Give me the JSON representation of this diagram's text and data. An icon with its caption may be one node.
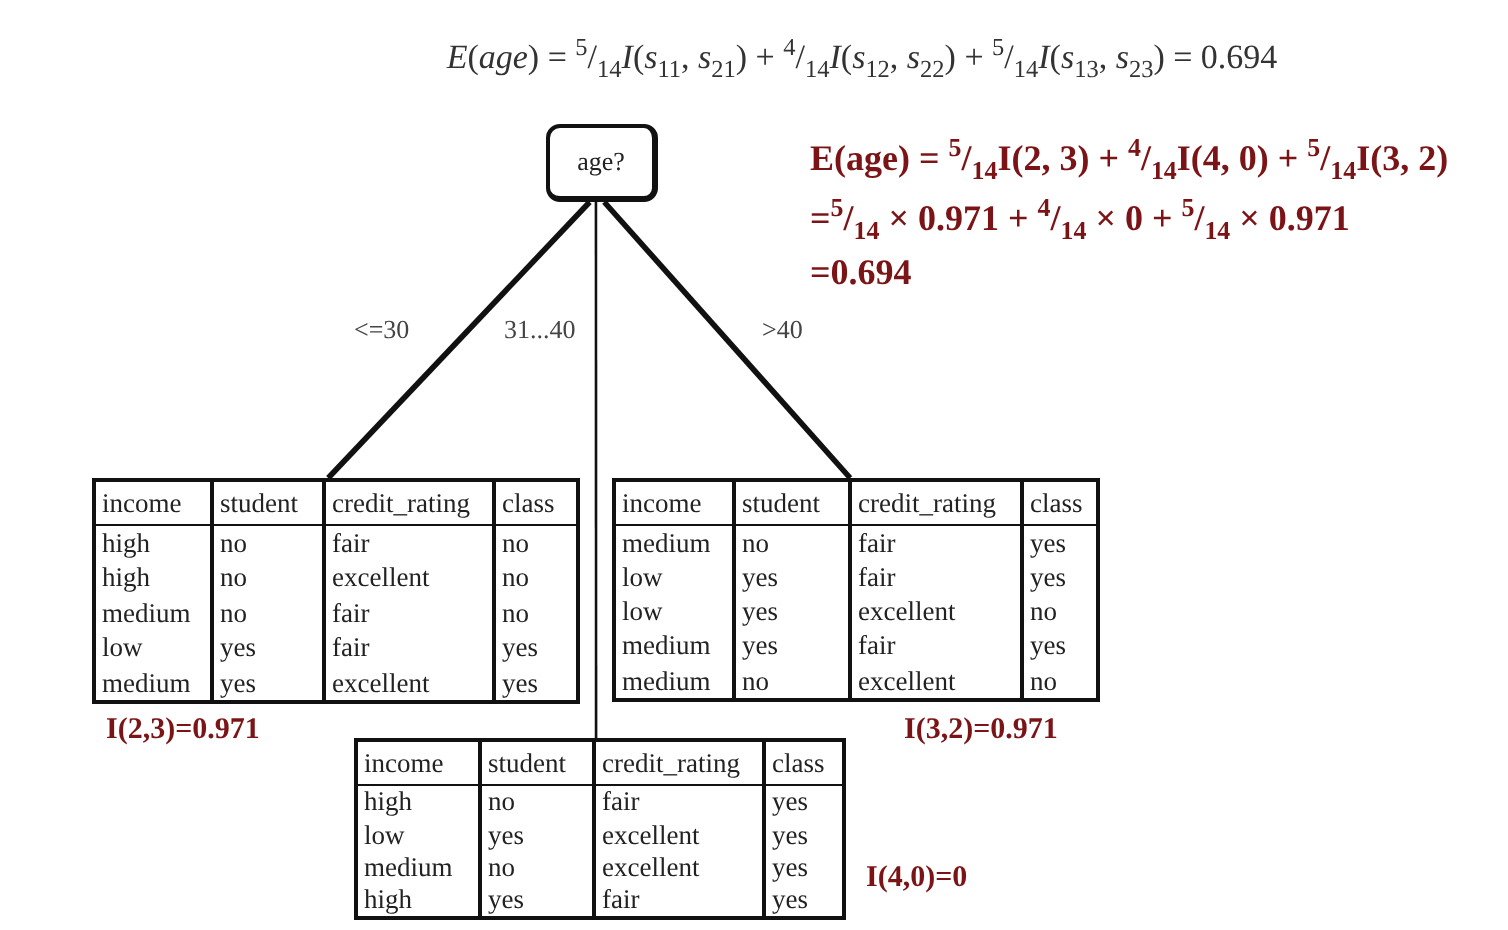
{
  "diagram": {
    "title": "*E*(*age*) = $^{5}$/$_{14}$*I*(*s*$_{11}$, *s*$_{21}$) + $^{4}$/$_{14}$*I*(*s*$_{12}$, *s*$_{22}$) + $^{5}$/$_{14}$*I*(*s*$_{13}$, *s*$_{23}$) = 0.694",
    "nodes": [
      {
        "text": [
          "age?"
        ]
      },
      {
        "text": [
          "income",
          "student",
          "credit_rating",
          "class",
          "high",
          "no",
          "fair",
          "no",
          "high",
          "no",
          "excellent",
          "no",
          "medium",
          "no",
          "fair",
          "no",
          "low",
          "yes",
          "fair",
          "yes",
          "medium",
          "yes",
          "excellent",
          "yes"
        ],
        "beside": [
          "I(2,3)=0.971"
        ]
      },
      {
        "text": [
          "income",
          "student",
          "credit_rating",
          "class",
          "medium",
          "no",
          "fair",
          "yes",
          "low",
          "yes",
          "fair",
          "yes",
          "low",
          "yes",
          "excellent",
          "no",
          "medium",
          "yes",
          "fair",
          "yes",
          "medium",
          "no",
          "excellent",
          "no"
        ],
        "beside": [
          "I(3,2)=0.971"
        ]
      },
      {
        "text": [
          "income",
          "student",
          "credit_rating",
          "class",
          "high",
          "no",
          "fair",
          "yes",
          "low",
          "yes",
          "excellent",
          "yes",
          "medium",
          "no",
          "excellent",
          "yes",
          "high",
          "yes",
          "fair",
          "yes"
        ],
        "beside": [
          "I(4,0)=0"
        ]
      }
    ],
    "edges": [
      {
        "from": 0,
        "to": 1,
        "arrow": "none",
        "label": "<=30"
      },
      {
        "from": 0,
        "to": 3,
        "arrow": "none",
        "label": "31...40"
      },
      {
        "from": 0,
        "to": 2,
        "arrow": "none",
        "label": ">40"
      }
    ],
    "labels": [
      "E(age) = $^{5}$/$_{14}$I(2, 3) + $^{4}$/$_{14}$I(4, 0) + $^{5}$/$_{14}$I(3, 2)",
      "=$^{5}$/$_{14}$ × 0.971 + $^{4}$/$_{14}$ × 0 + $^{5}$/$_{14}$ × 0.971",
      "=0.694"
    ]
  }
}
